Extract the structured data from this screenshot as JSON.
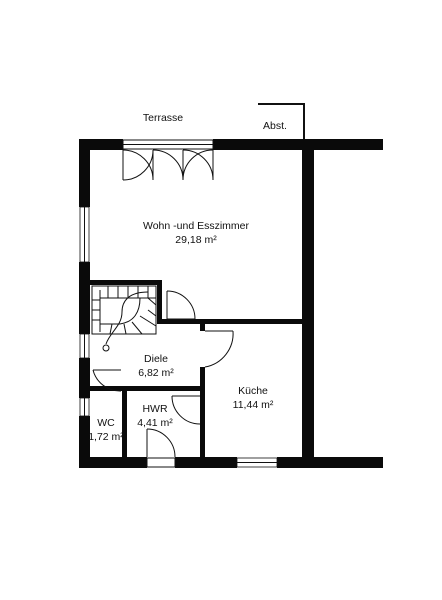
{
  "plan": {
    "outside_labels": {
      "terrace": "Terrasse",
      "setback": "Abst."
    },
    "rooms": [
      {
        "id": "living",
        "name": "Wohn -und Esszimmer",
        "area": "29,18 m²"
      },
      {
        "id": "hall",
        "name": "Diele",
        "area": "6,82 m²"
      },
      {
        "id": "kitchen",
        "name": "Küche",
        "area": "11,44 m²"
      },
      {
        "id": "utility",
        "name": "HWR",
        "area": "4,41 m²"
      },
      {
        "id": "wc",
        "name": "WC",
        "area": "1,72 m²"
      }
    ],
    "colors": {
      "wall": "#0a0a0a",
      "line": "#111111",
      "background": "#ffffff"
    }
  }
}
